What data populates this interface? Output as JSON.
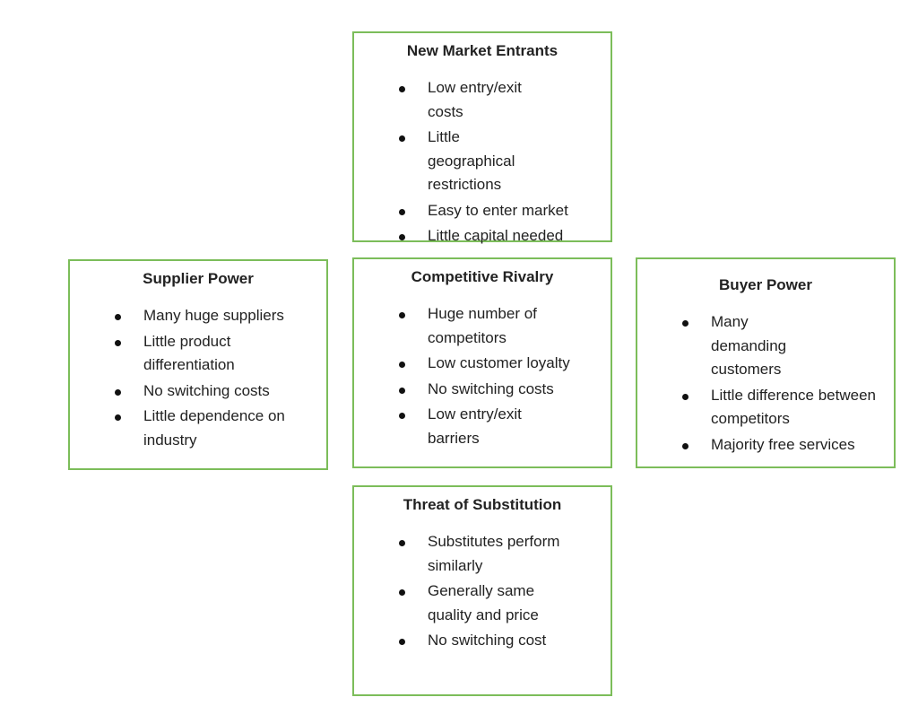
{
  "diagram": {
    "new_market_entrants": {
      "title": "New Market Entrants",
      "items": [
        "Low entry/exit costs",
        "Little geographical restrictions",
        "Easy to enter market",
        "Little capital needed"
      ]
    },
    "supplier_power": {
      "title": "Supplier Power",
      "items": [
        "Many huge suppliers",
        "Little product differentiation",
        "No switching costs",
        "Little dependence on industry"
      ]
    },
    "competitive_rivalry": {
      "title": "Competitive Rivalry",
      "items": [
        "Huge number of competitors",
        "Low customer loyalty",
        "No switching costs",
        "Low entry/exit barriers"
      ]
    },
    "buyer_power": {
      "title": "Buyer Power",
      "items": [
        "Many demanding customers",
        "Little difference between competitors",
        "Majority free services"
      ]
    },
    "threat_of_substitution": {
      "title": "Threat of Substitution",
      "items": [
        "Substitutes perform similarly",
        "Generally same quality and price",
        "No switching cost"
      ]
    }
  },
  "colors": {
    "box_border": "#7cbd5a",
    "text": "#222222",
    "bullet": "#111111"
  }
}
